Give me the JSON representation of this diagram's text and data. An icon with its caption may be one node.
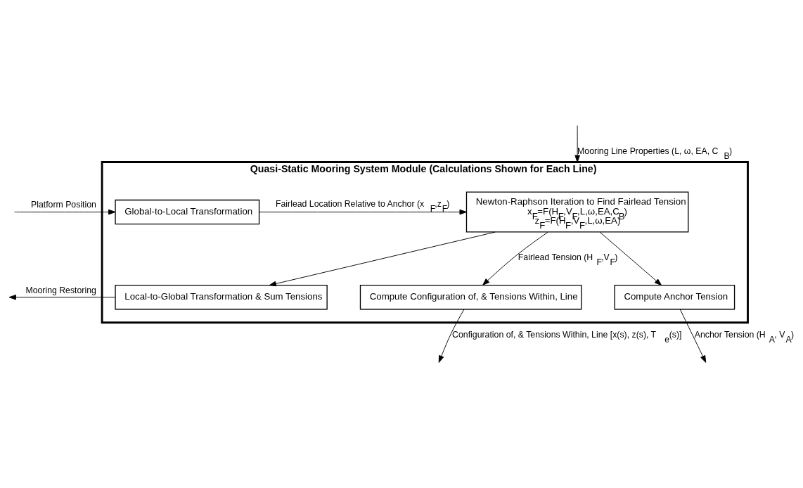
{
  "diagram": {
    "nodes": [
      {
        "text": [
          "Quasi-Static Mooring System Module (Calculations Shown for Each Line)"
        ]
      },
      {
        "text": [
          "Global-to-Local Transformation"
        ],
        "in": 0
      },
      {
        "text": [
          "Newton-Raphson Iteration to Find Fairlead Tension",
          "x$_{F}$=F(H$_{F}$,V$_{F}$,L,ω,EA,C$_{B}$)",
          "z$_{F}$=F(H$_{F}$,V$_{F}$,L,ω,EA)"
        ],
        "in": 0
      },
      {
        "text": [
          "Local-to-Global Transformation & Sum Tensions"
        ],
        "in": 0
      },
      {
        "text": [
          "Compute Configuration of, & Tensions Within, Line"
        ],
        "in": 0
      },
      {
        "text": [
          "Compute Anchor Tension"
        ],
        "in": 0
      }
    ],
    "edges": [
      {
        "from": null,
        "to": 0,
        "arrow": "to",
        "label": "Mooring Line Properties (L, ω, EA, C$_{B}$)"
      },
      {
        "from": null,
        "to": 1,
        "arrow": "to",
        "label": "Platform Position"
      },
      {
        "from": 1,
        "to": 2,
        "arrow": "to",
        "label": "Fairlead Location Relative to Anchor (x$_{F}$,z$_{F}$)"
      },
      {
        "from": 2,
        "to": 3,
        "arrow": "to"
      },
      {
        "from": 2,
        "to": 4,
        "arrow": "to",
        "label": "Fairlead Tension (H$_{F}$,V$_{F}$)"
      },
      {
        "from": 2,
        "to": 5,
        "arrow": "to"
      },
      {
        "from": 3,
        "to": null,
        "arrow": "to",
        "label": "Mooring Restoring"
      },
      {
        "from": 4,
        "to": null,
        "arrow": "to",
        "label": "Configuration of, & Tensions Within, Line [x(s), z(s), T$_{e}$(s)]"
      },
      {
        "from": 5,
        "to": null,
        "arrow": "to",
        "label": "Anchor Tension (H$_{A}$, V$_{A}$)"
      }
    ]
  }
}
